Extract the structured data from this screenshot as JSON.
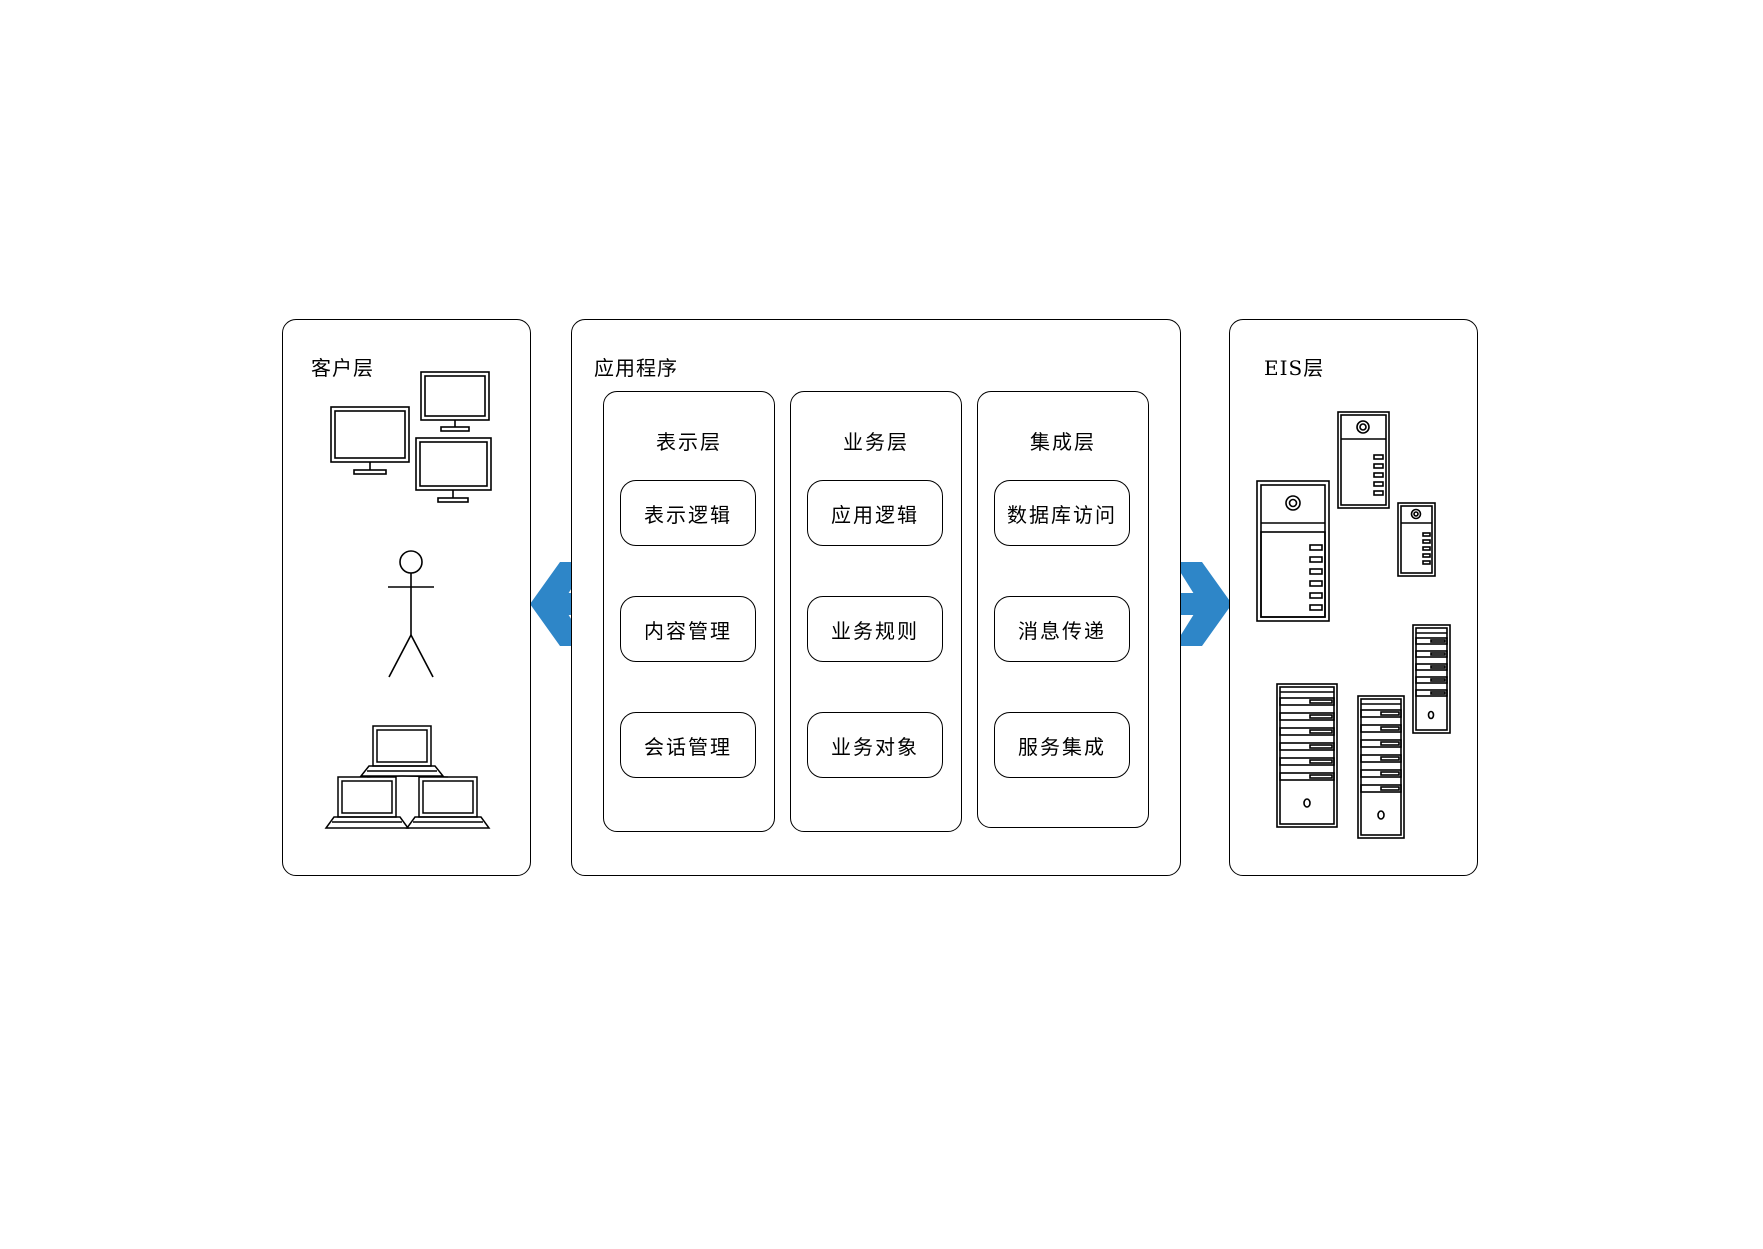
{
  "client_tier": {
    "title": "客户层",
    "icons": [
      "desktop-monitor-icon",
      "person-icon",
      "laptop-icon"
    ]
  },
  "application": {
    "title": "应用程序",
    "columns": [
      {
        "title": "表示层",
        "items": [
          "表示逻辑",
          "内容管理",
          "会话管理"
        ]
      },
      {
        "title": "业务层",
        "items": [
          "应用逻辑",
          "业务规则",
          "业务对象"
        ]
      },
      {
        "title": "集成层",
        "items": [
          "数据库访问",
          "消息传递",
          "服务集成"
        ]
      }
    ]
  },
  "eis_tier": {
    "title": "EIS层",
    "icons": [
      "server-tower-icon",
      "rack-server-icon"
    ]
  },
  "colors": {
    "arrow": "#2e86c8",
    "stroke": "#000000",
    "background": "#ffffff"
  }
}
